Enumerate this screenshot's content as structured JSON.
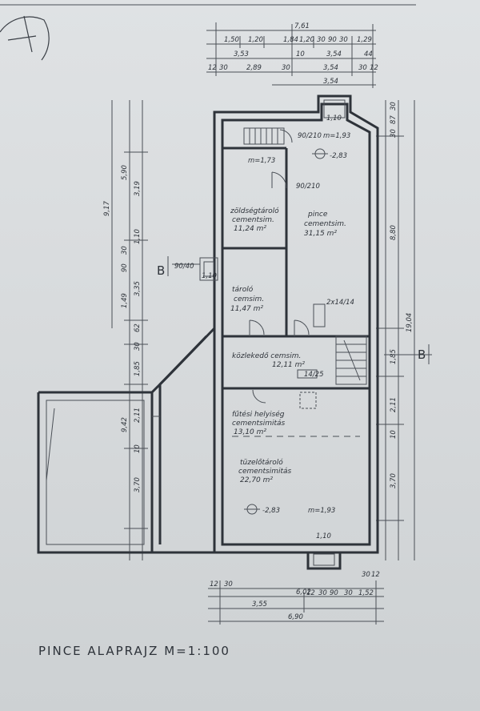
{
  "title": "PINCE  ALAPRAJZ   M=1:100",
  "section_label": "B",
  "rooms": {
    "zoldseg": {
      "name": "zöldségtároló",
      "floor": "cementsim.",
      "area": "11,24 m²"
    },
    "pince": {
      "name": "pince",
      "floor": "cementsim.",
      "area": "31,15 m²"
    },
    "tarolo": {
      "name": "tároló",
      "floor": "cemsim.",
      "area": "11,47 m²"
    },
    "kozlekedo": {
      "name": "közlekedő cemsim.",
      "area": "12,11 m²"
    },
    "futesi": {
      "name": "fűtési helyiség",
      "floor": "cementsimitás",
      "area": "13,10 m²"
    },
    "tuzelo": {
      "name": "tüzelőtároló",
      "floor": "cementsimitás",
      "area": "22,70 m²"
    }
  },
  "levels": {
    "pince_level": "-2,83",
    "pince_mark": "m=1,93",
    "stair_mark": "m=1,73",
    "tuzelo_level": "-2,83",
    "tuzelo_mark": "m=1,93",
    "top_light": "1,10",
    "bottom_light": "1,10",
    "chimney": "1,10"
  },
  "doors": {
    "d1": "90/210",
    "d2": "90/210",
    "d3": "90/40",
    "window": "2x14/14",
    "vent": "14/25"
  },
  "dims_top": {
    "overall": "7,61",
    "row1": [
      "1,50",
      "1,20",
      "1,84",
      "1,20",
      "30",
      "90",
      "30",
      "1,29"
    ],
    "row2": [
      "3,53",
      "10",
      "3,54",
      "44"
    ],
    "row3": [
      "12",
      "30",
      "2,89",
      "30",
      "3,54",
      "30",
      "12"
    ],
    "row4": [
      "3,54"
    ]
  },
  "dims_left": {
    "overall": "9,17",
    "mid": [
      "5,90",
      "3,19",
      "1,10",
      "3,35",
      "1,49",
      "90",
      "30"
    ],
    "lower": [
      "62",
      "30",
      "1,85",
      "9,42",
      "2,11",
      "10",
      "3,70"
    ]
  },
  "dims_right": {
    "overall": "19,04",
    "mid": [
      "8,80",
      "1,85",
      "2,11",
      "10",
      "3,70"
    ],
    "top": [
      "30",
      "87",
      "30"
    ]
  },
  "dims_bottom": {
    "row1": [
      "12",
      "30"
    ],
    "row2": [
      "6,02",
      "30",
      "12"
    ],
    "row3": [
      "3,55",
      "12",
      "30",
      "90",
      "30",
      "1,52"
    ],
    "overall": "6,90"
  }
}
